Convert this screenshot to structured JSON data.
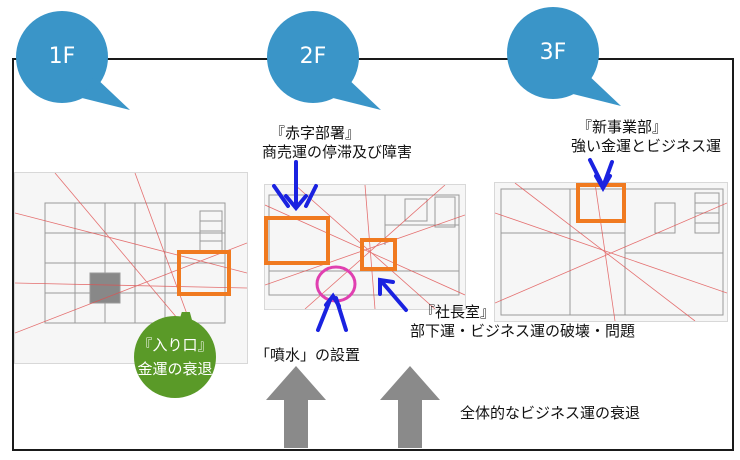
{
  "floors": [
    {
      "id": "1f",
      "label": "1F"
    },
    {
      "id": "2f",
      "label": "2F"
    },
    {
      "id": "3f",
      "label": "3F"
    }
  ],
  "annotations": {
    "akaji": {
      "line1": "『赤字部署』",
      "line2": "商売運の停滞及び障害"
    },
    "shinjigyo": {
      "line1": "『新事業部』",
      "line2": "強い金運とビジネス運"
    },
    "shachoshitsu": {
      "line1": "『社長室』",
      "line2": "部下運・ビジネス運の破壊・問題"
    },
    "funsui": {
      "text": "「噴水」の設置"
    },
    "iriguchi": {
      "line1": "『入り口』",
      "line2": "金運の衰退"
    },
    "overall": {
      "text": "全体的なビジネス運の衰退"
    }
  },
  "colors": {
    "bubble": "#3a95c8",
    "highlight_box": "#f07a20",
    "arrow": "#1a22e0",
    "fountain_circle": "#e040b0",
    "entrance_bubble": "#5a9a28",
    "up_arrow": "#8a8a8a"
  }
}
